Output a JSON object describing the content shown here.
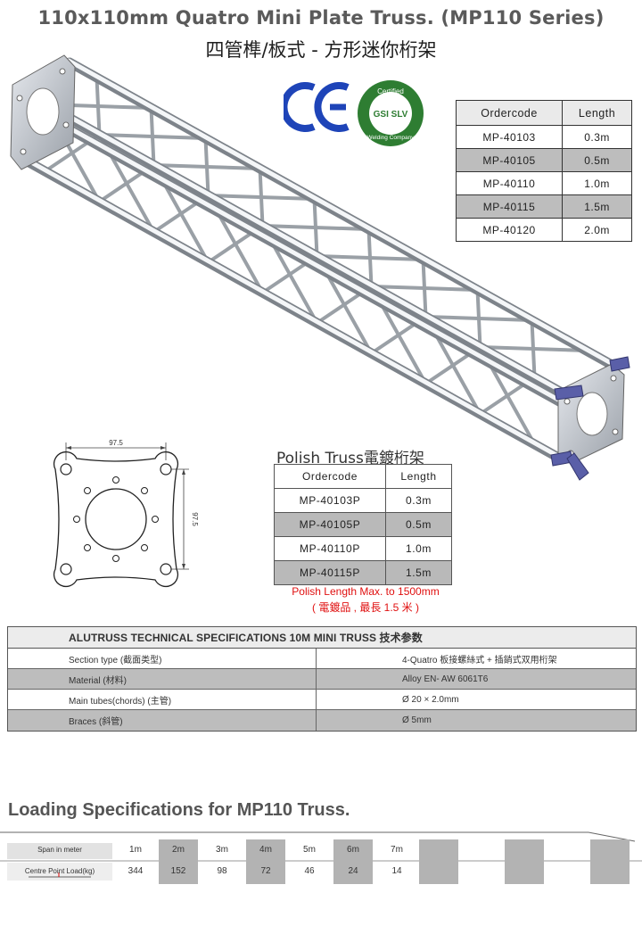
{
  "header": {
    "title": "110x110mm Quatro Mini Plate Truss. (MP110 Series)",
    "subtitle": "四管榫/板式 - 方形迷你桁架"
  },
  "certifications": {
    "ce_label": "CE",
    "gsi_top": "Certified",
    "gsi_main": "GSI SLV",
    "gsi_bottom": "Welding Company"
  },
  "order_table": {
    "headers": [
      "Ordercode",
      "Length"
    ],
    "rows": [
      [
        "MP-40103",
        "0.3m"
      ],
      [
        "MP-40105",
        "0.5m"
      ],
      [
        "MP-40110",
        "1.0m"
      ],
      [
        "MP-40115",
        "1.5m"
      ],
      [
        "MP-40120",
        "2.0m"
      ]
    ]
  },
  "plate_drawing": {
    "width_dim": "97.5",
    "height_dim": "97.5"
  },
  "polish": {
    "title": "Polish Truss電鍍桁架",
    "headers": [
      "Ordercode",
      "Length"
    ],
    "rows": [
      [
        "MP-40103P",
        "0.3m"
      ],
      [
        "MP-40105P",
        "0.5m"
      ],
      [
        "MP-40110P",
        "1.0m"
      ],
      [
        "MP-40115P",
        "1.5m"
      ]
    ],
    "note_en": "Polish Length Max. to 1500mm",
    "note_zh": "( 電鍍品 , 最長 1.5 米 )"
  },
  "specs": {
    "heading": "ALUTRUSS TECHNICAL SPECIFICATIONS 10M MINI TRUSS   技术参数",
    "rows": [
      {
        "label": "Section type  (截面类型)",
        "value": "4-Quatro   板接螺絲式 + 插銷式双用桁架"
      },
      {
        "label": "Material  (材料)",
        "value": "Alloy EN- AW 6061T6"
      },
      {
        "label": "Main tubes(chords)  (主管)",
        "value": "Ø 20 × 2.0mm"
      },
      {
        "label": "Braces   (斜管)",
        "value": "Ø 5mm"
      }
    ]
  },
  "loading": {
    "title": "Loading  Specifications for MP110 Truss.",
    "span_label": "Span in meter",
    "load_label": "Centre Point  Load(kg)",
    "spans": [
      "1m",
      "2m",
      "3m",
      "4m",
      "5m",
      "6m",
      "7m"
    ],
    "loads": [
      "344",
      "152",
      "98",
      "72",
      "46",
      "24",
      "14"
    ]
  }
}
